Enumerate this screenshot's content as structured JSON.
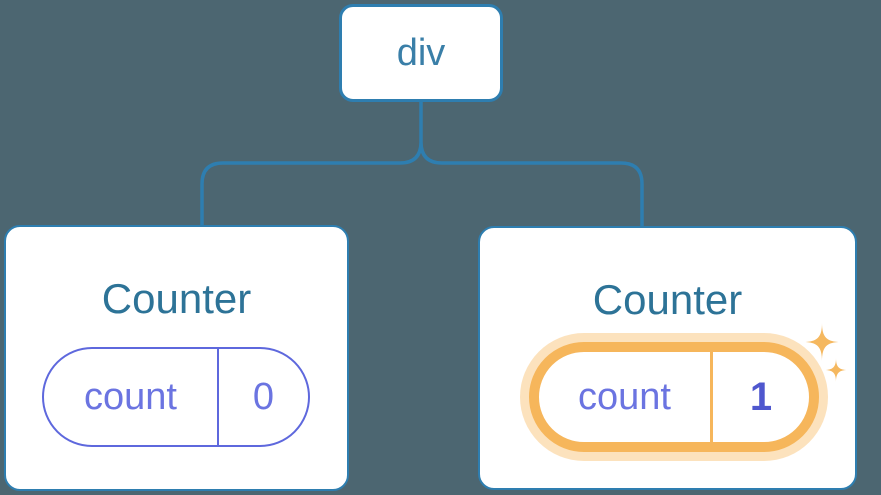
{
  "tree": {
    "root": {
      "label": "div"
    },
    "children": [
      {
        "title": "Counter",
        "state": {
          "key": "count",
          "value": "0"
        },
        "highlighted": false
      },
      {
        "title": "Counter",
        "state": {
          "key": "count",
          "value": "1"
        },
        "highlighted": true
      }
    ]
  },
  "icons": {
    "sparkles": "sparkles-icon"
  },
  "colors": {
    "background": "#4C6671",
    "tree_line": "#2E7EB0",
    "node_border": "#2E7EB0",
    "root_label_text": "#3A7FA8",
    "component_title_text": "#2D7397",
    "state_pill_border": "#5E68DD",
    "state_pill_text": "#6B74E1",
    "highlighted_value_text": "#4F57CE",
    "highlight_ring": "#F6B65B",
    "highlight_halo": "rgba(247,186,97,0.42)",
    "card_background": "#FFFFFF"
  }
}
